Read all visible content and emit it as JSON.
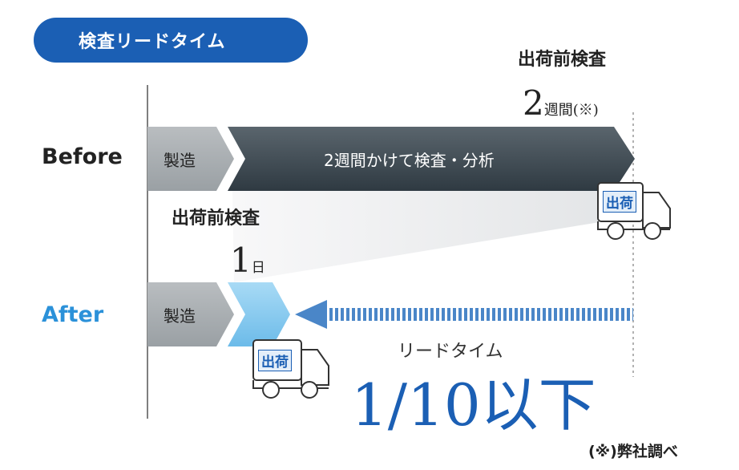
{
  "header": {
    "pill_label": "検査リードタイム"
  },
  "labels": {
    "top_inspection": "出荷前検査",
    "mid_inspection": "出荷前検査",
    "before": "Before",
    "after": "After",
    "before_duration_num": "2",
    "before_duration_unit": "週間(※)",
    "after_duration_num": "1",
    "after_duration_unit": "日",
    "mfg_before": "製造",
    "mfg_after": "製造",
    "inspection_bar": "2週間かけて検査・分析",
    "truck_before": "出荷",
    "truck_after": "出荷",
    "lead_time": "リードタイム",
    "ratio": "1/10以下",
    "footnote": "(※)弊社調べ"
  },
  "colors": {
    "pill": "#1b5fb4",
    "after_text": "#2b91d9",
    "ratio": "#1b5fb4",
    "gray_arrow": "#a7acb0",
    "dark_arrow": "#3f4a52",
    "light_blue": "#8fcdf0",
    "arrow_blue": "#4a86c8"
  }
}
